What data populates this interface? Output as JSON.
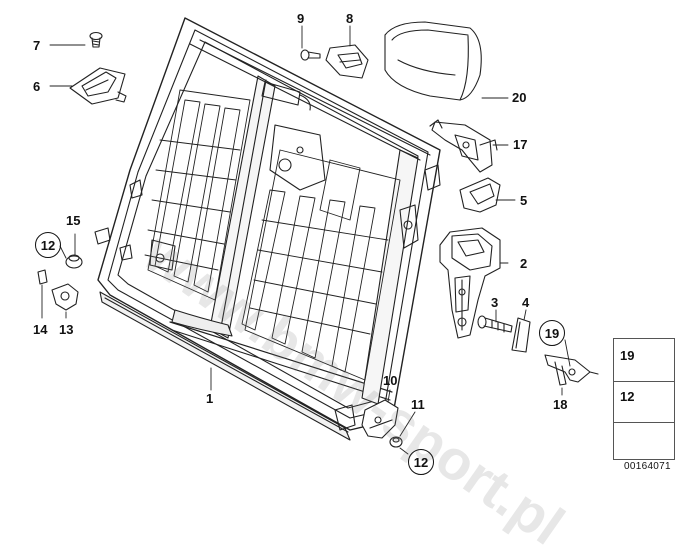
{
  "diagram": {
    "watermark_text": "www.bmw-sport.pl",
    "document_number": "00164071",
    "parts": [
      {
        "id": "p1",
        "number": "1"
      },
      {
        "id": "p2",
        "number": "2"
      },
      {
        "id": "p3",
        "number": "3"
      },
      {
        "id": "p4",
        "number": "4"
      },
      {
        "id": "p5",
        "number": "5"
      },
      {
        "id": "p6",
        "number": "6"
      },
      {
        "id": "p7",
        "number": "7"
      },
      {
        "id": "p8",
        "number": "8"
      },
      {
        "id": "p9",
        "number": "9"
      },
      {
        "id": "p10",
        "number": "10"
      },
      {
        "id": "p11",
        "number": "11"
      },
      {
        "id": "p13",
        "number": "13"
      },
      {
        "id": "p14",
        "number": "14"
      },
      {
        "id": "p15",
        "number": "15"
      },
      {
        "id": "p17",
        "number": "17"
      },
      {
        "id": "p18",
        "number": "18"
      },
      {
        "id": "p20",
        "number": "20"
      }
    ],
    "circled_refs": [
      {
        "id": "c12a",
        "number": "12"
      },
      {
        "id": "c12b",
        "number": "12"
      },
      {
        "id": "c19",
        "number": "19"
      }
    ],
    "legend": {
      "items": [
        {
          "number": "19"
        },
        {
          "number": "12"
        }
      ]
    }
  }
}
